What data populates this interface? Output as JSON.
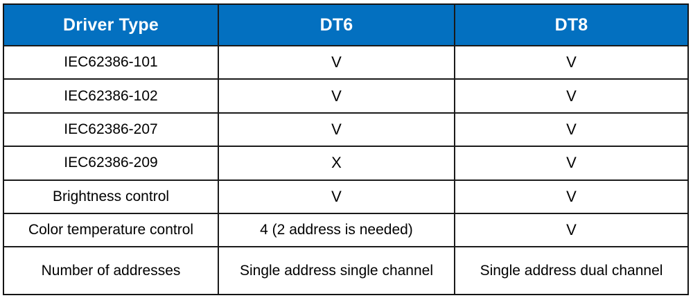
{
  "table": {
    "headers": [
      {
        "label": "Driver Type",
        "name": "column-header-driver-type"
      },
      {
        "label": "DT6",
        "name": "column-header-dt6"
      },
      {
        "label": "DT8",
        "name": "column-header-dt8"
      }
    ],
    "header_background": "#0370C0",
    "header_text_color": "#FFFFFF",
    "body_text_color": "#000000",
    "border_color": "#141414",
    "rows": [
      {
        "driver_type": "IEC62386-101",
        "dt6": "V",
        "dt8": "V"
      },
      {
        "driver_type": "IEC62386-102",
        "dt6": "V",
        "dt8": "V"
      },
      {
        "driver_type": "IEC62386-207",
        "dt6": "V",
        "dt8": "V"
      },
      {
        "driver_type": "IEC62386-209",
        "dt6": "X",
        "dt8": "V"
      },
      {
        "driver_type": "Brightness control",
        "dt6": "V",
        "dt8": "V"
      },
      {
        "driver_type": "Color temperature control",
        "dt6": "4 (2 address is needed)",
        "dt8": "V"
      },
      {
        "driver_type": "Number of addresses",
        "dt6": "Single address single channel",
        "dt8": "Single address dual channel"
      }
    ]
  }
}
